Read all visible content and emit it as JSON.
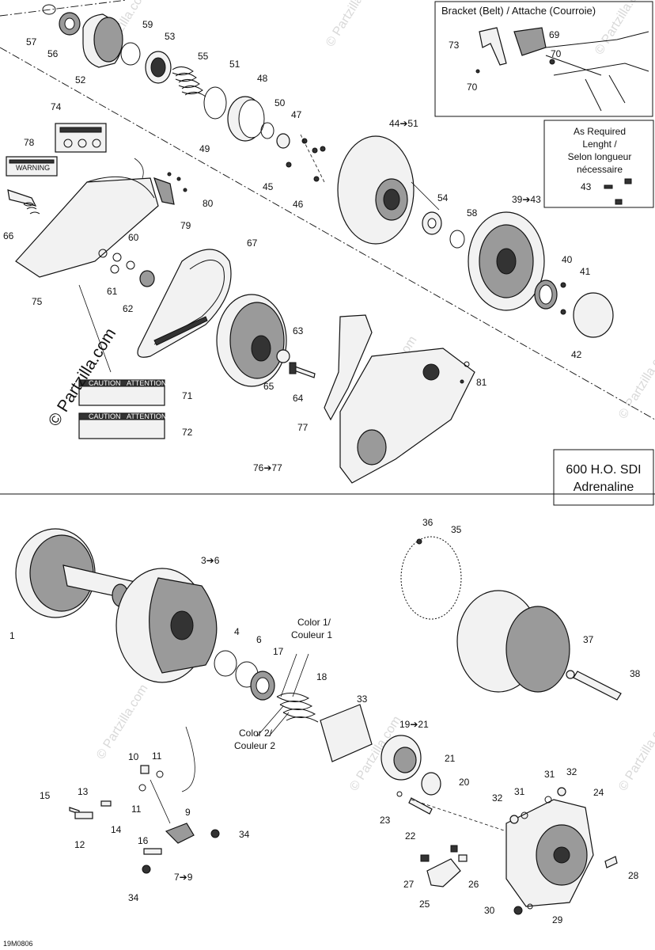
{
  "diagram_code": "19M0806",
  "model_box": {
    "line1": "600 H.O. SDI",
    "line2": "Adrenaline"
  },
  "bracket_box": {
    "title": "Bracket (Belt) / Attache (Courroie)"
  },
  "required_box": {
    "line1": "As Required",
    "line2": "Lenght /",
    "line3": "Selon longueur",
    "line4": "nécessaire"
  },
  "color_notes": {
    "color1_line1": "Color 1/",
    "color1_line2": "Couleur 1",
    "color2_line1": "Color 2/",
    "color2_line2": "Couleur 2"
  },
  "watermarks": {
    "main": "© Partzilla.com",
    "faint": "© Partzilla.com"
  },
  "callouts": {
    "c57": "57",
    "c56": "56",
    "c52": "52",
    "c59": "59",
    "c53": "53",
    "c55": "55",
    "c51": "51",
    "c48": "48",
    "c50": "50",
    "c47": "47",
    "c49": "49",
    "c45": "45",
    "c46": "46",
    "c44_51": "44➔51",
    "c54": "54",
    "c58": "58",
    "c39_43": "39➔43",
    "c40": "40",
    "c41": "41",
    "c42": "42",
    "c43": "43",
    "c73": "73",
    "c69": "69",
    "c70a": "70",
    "c70b": "70",
    "c74": "74",
    "c78": "78",
    "c80": "80",
    "c79": "79",
    "c66": "66",
    "c75": "75",
    "c60": "60",
    "c61": "61",
    "c62": "62",
    "c67": "67",
    "c63": "63",
    "c65": "65",
    "c64": "64",
    "c81": "81",
    "c71": "71",
    "c72": "72",
    "c77": "77",
    "c76_77": "76➔77",
    "c36": "36",
    "c35": "35",
    "c1": "1",
    "c3_6": "3➔6",
    "c4": "4",
    "c6": "6",
    "c17": "17",
    "c18": "18",
    "c33": "33",
    "c19_21": "19➔21",
    "c21": "21",
    "c20": "20",
    "c37": "37",
    "c38": "38",
    "c10": "10",
    "c11a": "11",
    "c11b": "11",
    "c13": "13",
    "c15": "15",
    "c14": "14",
    "c12": "12",
    "c9": "9",
    "c34a": "34",
    "c16": "16",
    "c7_9": "7➔9",
    "c34b": "34",
    "c23": "23",
    "c22": "22",
    "c31a": "31",
    "c32a": "32",
    "c32b": "32",
    "c31b": "31",
    "c24": "24",
    "c27": "27",
    "c26": "26",
    "c25": "25",
    "c28": "28",
    "c30": "30",
    "c29": "29"
  },
  "label_texts": {
    "caution": "CAUTION",
    "attention": "ATTENTION",
    "warning": "WARNING"
  }
}
